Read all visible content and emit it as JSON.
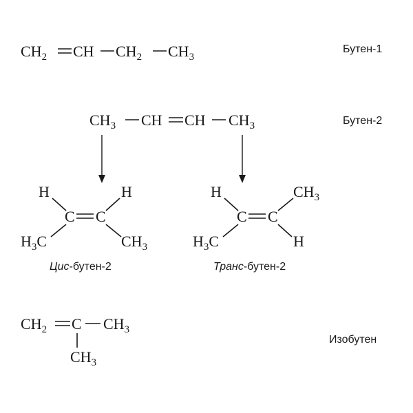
{
  "labels": {
    "butene1": "Бутен-1",
    "butene2": "Бутен-2",
    "cis_prefix": "Цис",
    "cis_suffix": "-бутен-2",
    "trans_prefix": "Транс",
    "trans_suffix": "-бутен-2",
    "isobutene": "Изобутен"
  },
  "atoms": {
    "ch": "CH",
    "c": "C",
    "h": "H",
    "h3c": "H",
    "c_after_h3": "C",
    "sub2": "2",
    "sub3": "3"
  }
}
